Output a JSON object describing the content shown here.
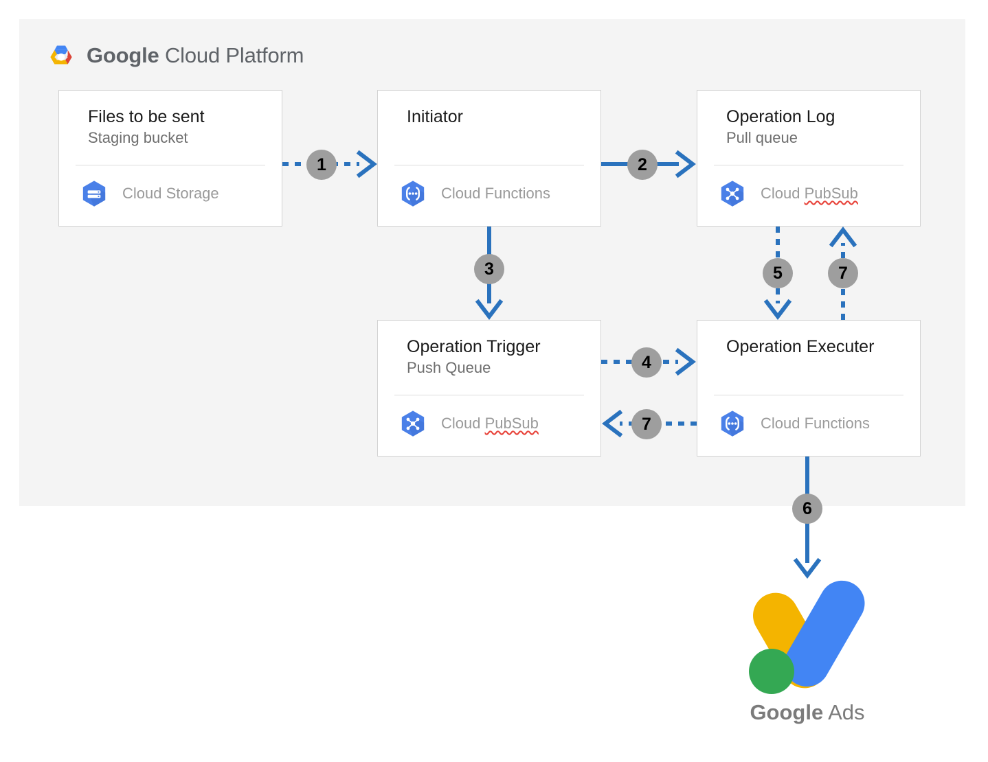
{
  "panel": {
    "brand_logo": "google-cloud-platform-hexagon-logo",
    "brand_name_strong": "Google",
    "brand_name_light": "Cloud Platform"
  },
  "colors": {
    "panel_background": "#f4f4f4",
    "card_background": "#ffffff",
    "card_border": "#d2d2d2",
    "arrow_blue": "#2a72bd",
    "badge_gray": "#9e9e9e",
    "icon_blue": "#4a80e8",
    "title_text": "#1a1a1a",
    "subtitle_text": "#6e6e6e",
    "service_label_text": "#9a9a9a",
    "spellcheck_red": "#e8453c",
    "ads_blue": "#4285f4",
    "ads_yellow": "#f4b400",
    "ads_green": "#34a853"
  },
  "cards": [
    {
      "id": "files-to-be-sent",
      "title": "Files to be sent",
      "subtitle": "Staging bucket",
      "service_label": "Cloud Storage",
      "service_icon": "cloud-storage-icon",
      "spellcheck": false
    },
    {
      "id": "initiator",
      "title": "Initiator",
      "subtitle": "",
      "service_label": "Cloud Functions",
      "service_icon": "cloud-functions-icon",
      "spellcheck": false
    },
    {
      "id": "operation-log",
      "title": "Operation Log",
      "subtitle": "Pull queue",
      "service_label_plain": "Cloud ",
      "service_label_misspelled": "PubSub",
      "service_icon": "cloud-pubsub-icon",
      "spellcheck": true
    },
    {
      "id": "operation-trigger",
      "title": "Operation Trigger",
      "subtitle": "Push Queue",
      "service_label_plain": "Cloud ",
      "service_label_misspelled": "PubSub",
      "service_icon": "cloud-pubsub-icon",
      "spellcheck": true
    },
    {
      "id": "operation-executer",
      "title": "Operation Executer",
      "subtitle": "",
      "service_label": "Cloud Functions",
      "service_icon": "cloud-functions-icon",
      "spellcheck": false
    }
  ],
  "connectors": [
    {
      "id": "flow-1",
      "label": "1",
      "style": "dotted",
      "direction": "right",
      "from": "files-to-be-sent",
      "to": "initiator"
    },
    {
      "id": "flow-2",
      "label": "2",
      "style": "solid",
      "direction": "right",
      "from": "initiator",
      "to": "operation-log"
    },
    {
      "id": "flow-3",
      "label": "3",
      "style": "solid",
      "direction": "down",
      "from": "initiator",
      "to": "operation-trigger"
    },
    {
      "id": "flow-4",
      "label": "4",
      "style": "dotted",
      "direction": "right",
      "from": "operation-trigger",
      "to": "operation-executer"
    },
    {
      "id": "flow-5",
      "label": "5",
      "style": "dotted",
      "direction": "down",
      "from": "operation-log",
      "to": "operation-executer"
    },
    {
      "id": "flow-6",
      "label": "6",
      "style": "solid",
      "direction": "down",
      "from": "operation-executer",
      "to": "google-ads"
    },
    {
      "id": "flow-7-up",
      "label": "7",
      "style": "dotted",
      "direction": "up",
      "from": "operation-executer",
      "to": "operation-log"
    },
    {
      "id": "flow-7-left",
      "label": "7",
      "style": "dotted",
      "direction": "left",
      "from": "operation-executer",
      "to": "operation-trigger"
    }
  ],
  "ads": {
    "logo": "google-ads-logo",
    "name_strong": "Google",
    "name_light": "Ads"
  }
}
